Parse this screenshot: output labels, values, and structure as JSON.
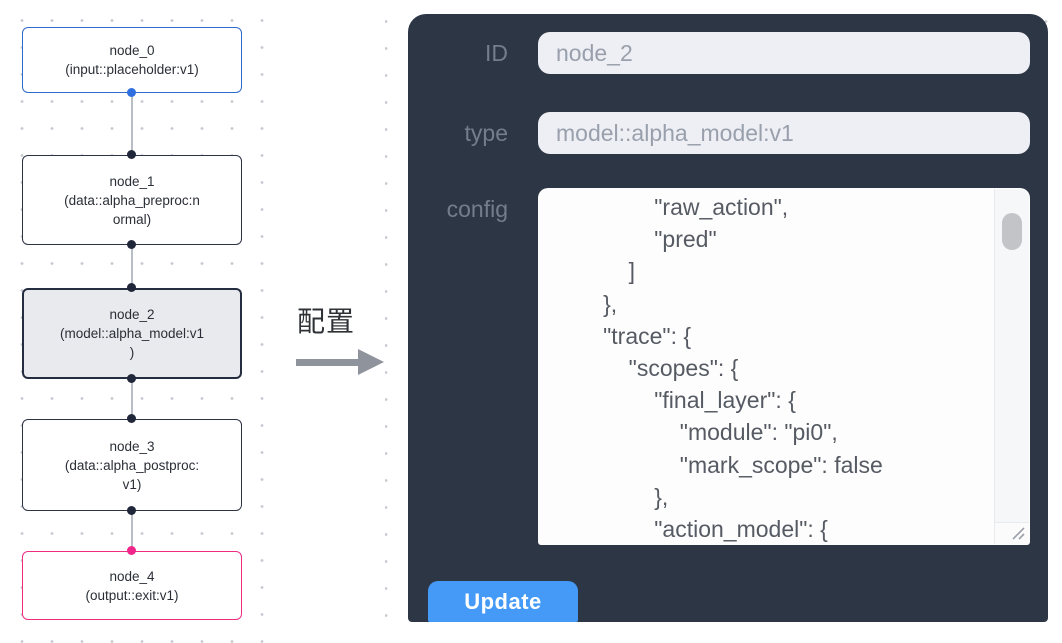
{
  "canvas": {
    "nodes": [
      {
        "title": "node_0",
        "subtitle": "(input::placeholder:v1)",
        "subtitle_lines": [
          "(input::placeholder:v1)"
        ]
      },
      {
        "title": "node_1",
        "subtitle": "(data::alpha_preproc:normal)",
        "subtitle_lines": [
          "(data::alpha_preproc:n",
          "ormal)"
        ]
      },
      {
        "title": "node_2",
        "subtitle": "(model::alpha_model:v1)",
        "subtitle_lines": [
          "(model::alpha_model:v1",
          ")"
        ]
      },
      {
        "title": "node_3",
        "subtitle": "(data::alpha_postproc:v1)",
        "subtitle_lines": [
          "(data::alpha_postproc:",
          "v1)"
        ]
      },
      {
        "title": "node_4",
        "subtitle": "(output::exit:v1)",
        "subtitle_lines": [
          "(output::exit:v1)"
        ]
      }
    ]
  },
  "annotation": {
    "label": "配置"
  },
  "panel": {
    "id_label": "ID",
    "id_value": "node_2",
    "type_label": "type",
    "type_value": "model::alpha_model:v1",
    "config_label": "config",
    "config_text": "                \"raw_action\",\n                \"pred\"\n            ]\n        },\n        \"trace\": {\n            \"scopes\": {\n                \"final_layer\": {\n                    \"module\": \"pi0\",\n                    \"mark_scope\": false\n                },\n                \"action_model\": {",
    "update_label": "Update"
  },
  "colors": {
    "panel_bg": "#2d3644",
    "button_blue": "#4599f7",
    "input_node_border": "#2e6bcc",
    "output_node_border": "#ee2d80",
    "default_node_border": "#2c3343",
    "selected_node_bg": "#e9eaee",
    "edge_gray": "#b9bdc6"
  }
}
